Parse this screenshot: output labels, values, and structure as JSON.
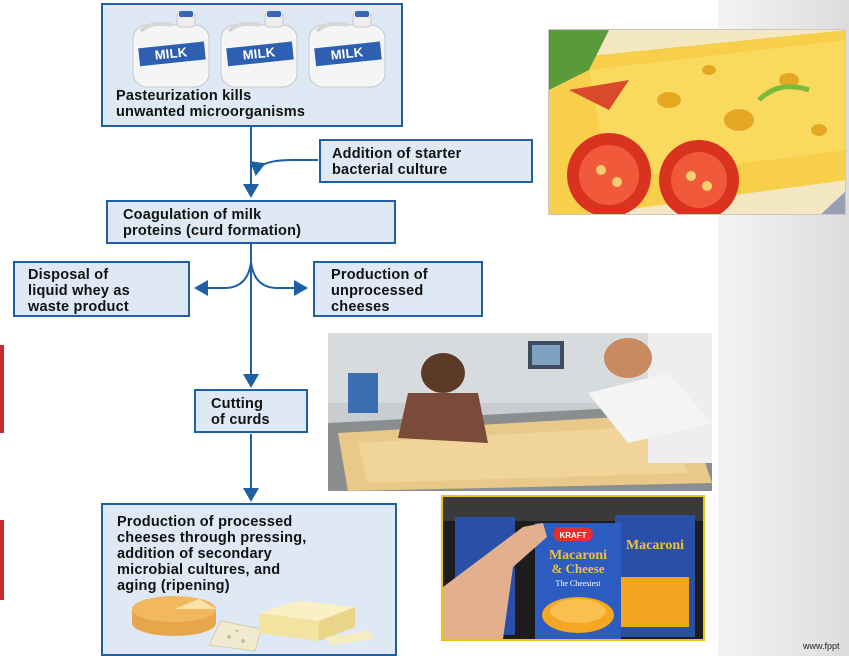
{
  "flowchart": {
    "pasteurization": {
      "line1": "Pasteurization kills",
      "line2": "unwanted microorganisms"
    },
    "starter": {
      "line1": "Addition of starter",
      "line2": "bacterial culture"
    },
    "coagulation": {
      "line1": "Coagulation of milk",
      "line2": "proteins (curd formation)"
    },
    "whey": {
      "line1": "Disposal of",
      "line2": "liquid whey as",
      "line3": "waste product"
    },
    "unprocessed": {
      "line1": "Production of",
      "line2": "unprocessed",
      "line3": "cheeses"
    },
    "cutting": {
      "line1": "Cutting",
      "line2": "of curds"
    },
    "processed": {
      "line1": "Production of processed",
      "line2": "cheeses through pressing,",
      "line3": "addition of secondary",
      "line4": "microbial cultures, and",
      "line5": "aging (ripening)"
    }
  },
  "milk_jugs": [
    "MILK",
    "MILK",
    "MILK"
  ],
  "kraft_box": {
    "brand": "KRAFT",
    "name1": "Macaroni",
    "name2": "& Cheese",
    "tagline": "The Cheesiest"
  },
  "footer": {
    "text": "www.fppt"
  },
  "colors": {
    "box_fill": "#dfe9f5",
    "box_border": "#1f5fa5",
    "arrow": "#1f5fa5"
  }
}
